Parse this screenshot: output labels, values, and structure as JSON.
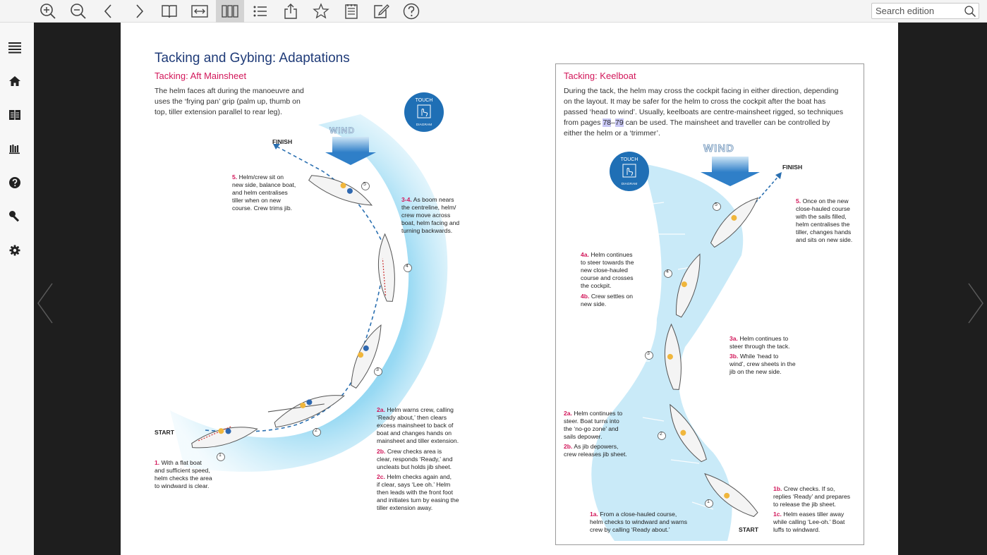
{
  "toolbar": {
    "buttons": [
      "zoom-in-icon",
      "zoom-out-icon",
      "back-icon",
      "forward-icon",
      "single-page-icon",
      "fit-width-icon",
      "thumbnails-icon",
      "contents-list-icon",
      "share-icon",
      "bookmark-star-icon",
      "notes-icon",
      "edit-icon",
      "help-icon"
    ],
    "active": "thumbnails-icon",
    "search_placeholder": "Search edition"
  },
  "sidebar": {
    "items": [
      "menu-icon",
      "home-icon",
      "library-icon",
      "shelf-icon",
      "help-icon",
      "search-key-icon",
      "settings-icon"
    ]
  },
  "page": {
    "title": "Tacking and Gybing: Adaptations",
    "left": {
      "subtitle": "Tacking: Aft Mainsheet",
      "intro": [
        "The helm faces aft during the manoeuvre and",
        "uses the ‘frying pan’ grip (palm up, thumb on",
        "top, tiller extension parallel to rear leg)."
      ],
      "wind": "WIND",
      "finish": "FINISH",
      "start": "START",
      "touch": {
        "top": "TOUCH",
        "bottom": "DIAGRAM"
      },
      "step5": {
        "num": "5.",
        "lines": [
          "Helm/crew sit on",
          "new side, balance boat,",
          "and helm centralises",
          "tiller when on new",
          "course. Crew trims jib."
        ]
      },
      "step34": {
        "num": "3-4.",
        "lines": [
          "As boom nears",
          "the centreline, helm/",
          "crew move across",
          "boat, helm facing and",
          "turning backwards."
        ]
      },
      "step2a": {
        "num": "2a.",
        "lines": [
          "Helm warns crew, calling",
          "‘Ready about,’ then clears",
          "excess mainsheet to back of",
          "boat and changes hands on",
          "mainsheet and tiller extension."
        ]
      },
      "step2b": {
        "num": "2b.",
        "lines": [
          "Crew checks area is",
          "clear, responds ‘Ready,’ and",
          "uncleats but holds jib sheet."
        ]
      },
      "step2c": {
        "num": "2c.",
        "lines": [
          "Helm checks again and,",
          "if clear, says ‘Lee oh.’ Helm",
          "then leads with the front foot",
          "and initiates turn by easing the",
          "tiller extension away."
        ]
      },
      "step1": {
        "num": "1.",
        "lines": [
          "With a flat boat",
          "and sufficient speed,",
          "helm checks the area",
          "to windward is clear."
        ]
      },
      "markers": [
        "5",
        "4",
        "3",
        "2",
        "1"
      ]
    },
    "right": {
      "subtitle": "Tacking: Keelboat",
      "intro_lines": [
        {
          "text": "During the tack, the helm may cross the cockpit facing in either direction, depending"
        },
        {
          "text": "on the layout. It may be safer for the helm to cross the cockpit after the boat has"
        },
        {
          "text": "passed ‘head to wind’. Usually, keelboats are centre-mainsheet rigged, so techniques"
        },
        {
          "pre": "from pages ",
          "hl1": "78",
          "mid": "–",
          "hl2": "79",
          "post": " can be used. The mainsheet and traveller can be controlled by"
        },
        {
          "text": "either the helm or a ‘trimmer’."
        }
      ],
      "wind": "WIND",
      "finish": "FINISH",
      "start": "START",
      "touch": {
        "top": "TOUCH",
        "bottom": "DIAGRAM"
      },
      "step5": {
        "num": "5.",
        "lines": [
          "Once on the new",
          "close-hauled course",
          "with the sails filled,",
          "helm centralises the",
          "tiller, changes hands",
          "and sits on new side."
        ]
      },
      "step4a": {
        "num": "4a.",
        "lines": [
          "Helm continues",
          "to steer towards the",
          "new close-hauled",
          "course and crosses",
          "the cockpit."
        ]
      },
      "step4b": {
        "num": "4b.",
        "lines": [
          "Crew settles on",
          "new side."
        ]
      },
      "step3a": {
        "num": "3a.",
        "lines": [
          "Helm continues to",
          "steer through the tack."
        ]
      },
      "step3b": {
        "num": "3b.",
        "lines": [
          "While ‘head to",
          "wind’, crew sheets in the",
          "jib on the new side."
        ]
      },
      "step2a": {
        "num": "2a.",
        "lines": [
          "Helm continues to",
          "steer. Boat turns into",
          "the ‘no-go zone’ and",
          "sails depower."
        ]
      },
      "step2b": {
        "num": "2b.",
        "lines": [
          "As jib depowers,",
          "crew releases jib sheet."
        ]
      },
      "step1b": {
        "num": "1b.",
        "lines": [
          "Crew checks. If so,",
          "replies ‘Ready’ and prepares",
          "to release the jib sheet."
        ]
      },
      "step1c": {
        "num": "1c.",
        "lines": [
          "Helm eases tiller away",
          "while calling ‘Lee-oh.’ Boat",
          "luffs to windward."
        ]
      },
      "step1a": {
        "num": "1a.",
        "lines": [
          "From a close-hauled course,",
          "helm checks to windward and warns",
          "crew by calling ‘Ready about.’"
        ]
      },
      "markers": [
        "5",
        "4",
        "3",
        "2",
        "1"
      ]
    }
  },
  "colors": {
    "title": "#1f3b78",
    "subtitle": "#d2175a",
    "water": "#7fd0f0",
    "touch": "#1f6fb5"
  }
}
